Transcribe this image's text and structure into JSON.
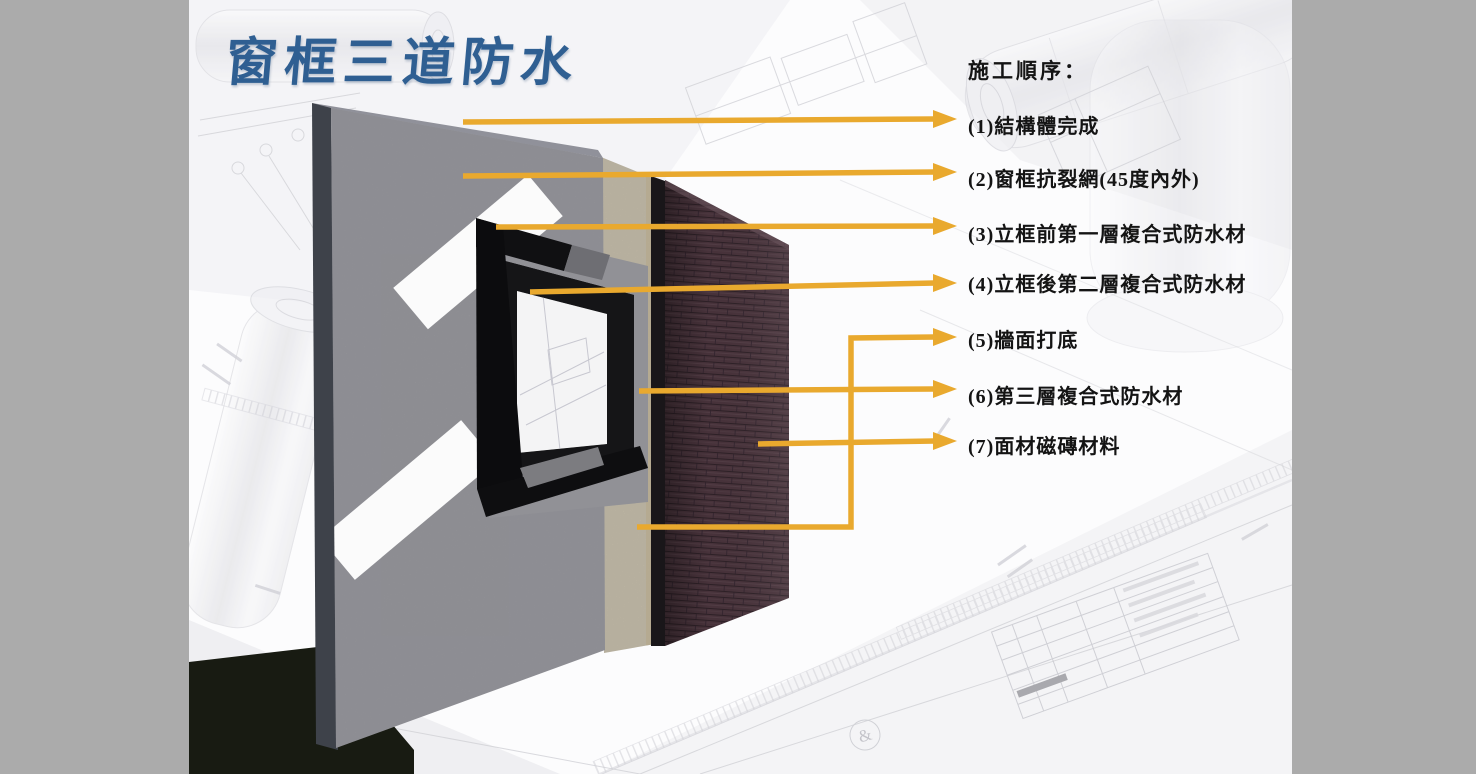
{
  "slide": {
    "title": "窗框三道防水",
    "sequence": {
      "heading": "施工順序：",
      "steps": [
        "(1)結構體完成",
        "(2)窗框抗裂網(45度內外)",
        "(3)立框前第一層複合式防水材",
        "(4)立框後第二層複合式防水材",
        "(5)牆面打底",
        "(6)第三層複合式防水材",
        "(7)面材磁磚材料"
      ]
    },
    "colors": {
      "title_blue": "#2F5F92",
      "arrow_gold": "#E9A92E",
      "letterbox_gray": "#ABABAB",
      "concrete_gray": "#A8A8AC",
      "plaster_beige": "#DCD1B4",
      "brick_brown": "#47323A",
      "label_black": "#141414"
    },
    "diagram_layers": [
      "concrete-structure",
      "crack-resistant-mesh-45deg",
      "window-frame",
      "plaster-base",
      "brick-tile-facade",
      "ground-shadow"
    ],
    "background": {
      "ampersand": "&"
    }
  }
}
